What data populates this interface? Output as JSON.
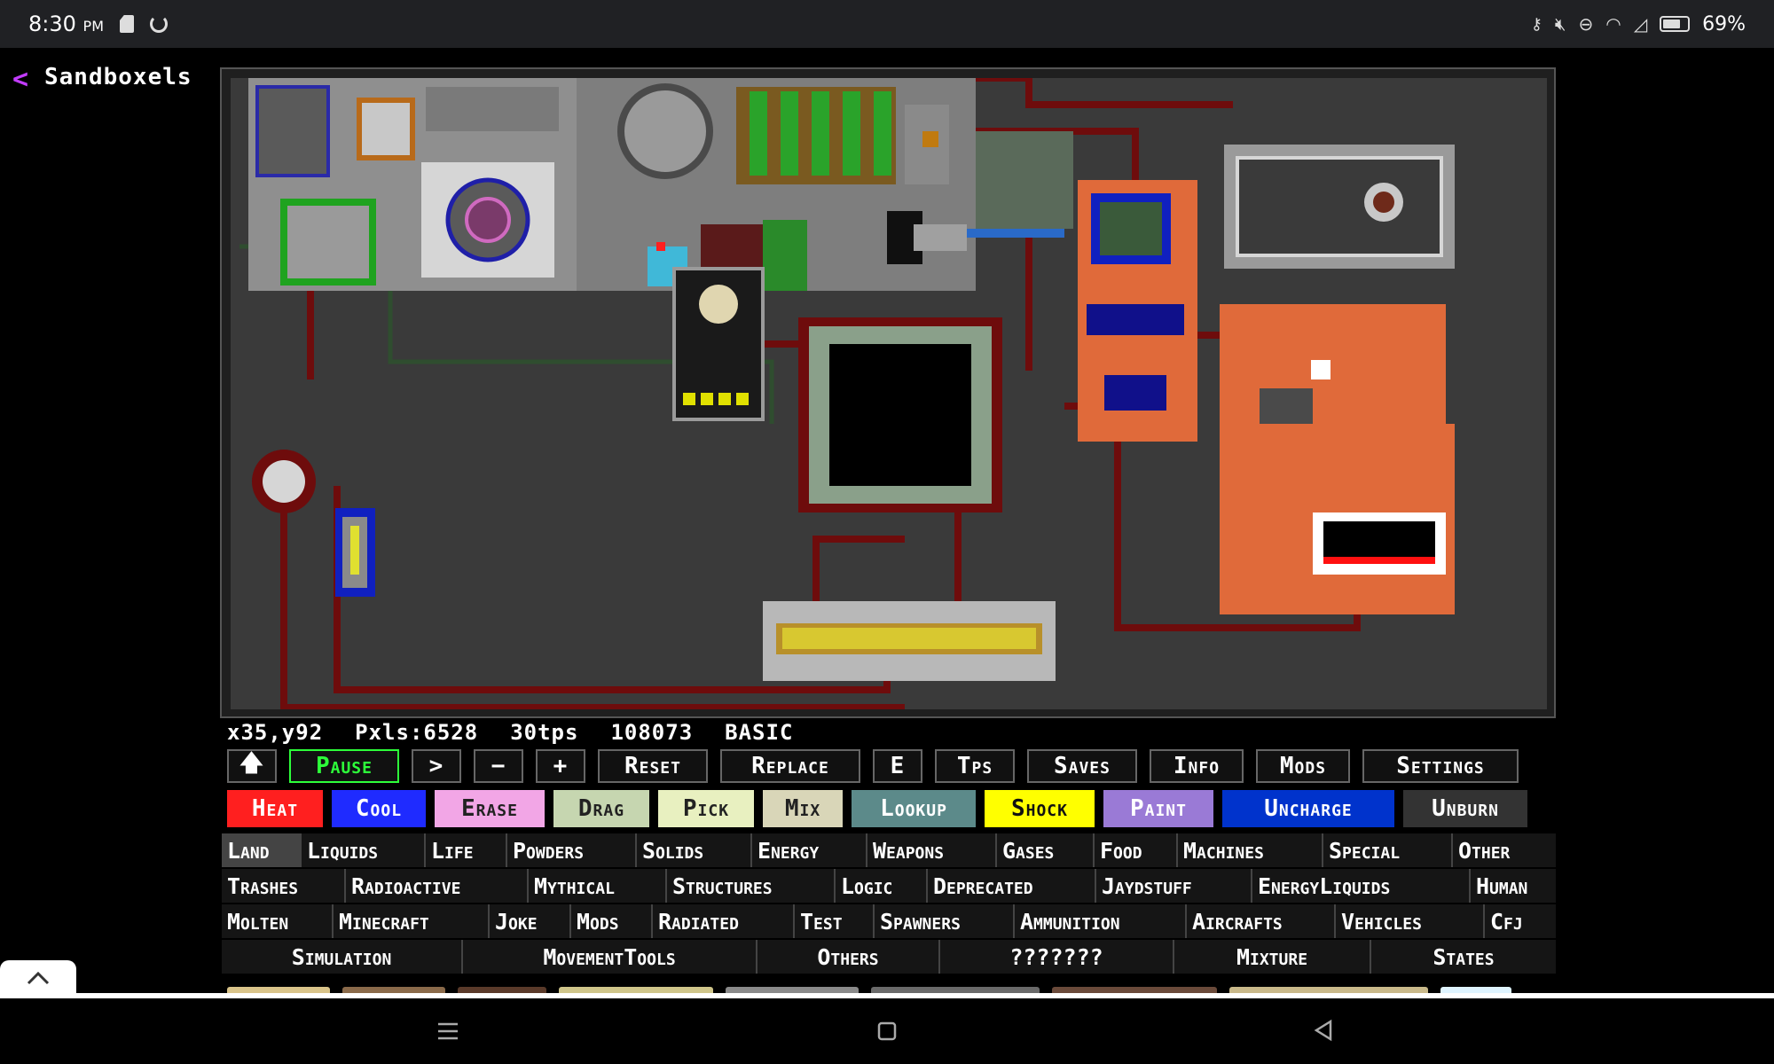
{
  "status_bar": {
    "time": "8:30",
    "ampm": "PM",
    "battery": "69%"
  },
  "header": {
    "back_icon": "chevron-left-icon",
    "title": "Sandboxels"
  },
  "stats": {
    "coords": "x35,y92",
    "pixels": "Pxls:6528",
    "tps": "30tps",
    "ticks": "108073",
    "mode": "BASIC"
  },
  "controls": [
    {
      "id": "up",
      "label": "🡅"
    },
    {
      "id": "pause",
      "label": "Pause"
    },
    {
      "id": "step",
      "label": ">"
    },
    {
      "id": "minus",
      "label": "−"
    },
    {
      "id": "plus",
      "label": "+"
    },
    {
      "id": "reset",
      "label": "Reset"
    },
    {
      "id": "replace",
      "label": "Replace"
    },
    {
      "id": "e",
      "label": "E"
    },
    {
      "id": "tps",
      "label": "Tps"
    },
    {
      "id": "saves",
      "label": "Saves"
    },
    {
      "id": "info",
      "label": "Info"
    },
    {
      "id": "mods",
      "label": "Mods"
    },
    {
      "id": "settings",
      "label": "Settings"
    }
  ],
  "tools": [
    {
      "label": "Heat",
      "bg": "#ff1f1f",
      "fg": "#ffffff"
    },
    {
      "label": "Cool",
      "bg": "#1f2bff",
      "fg": "#ffffff"
    },
    {
      "label": "Erase",
      "bg": "#f2a6e6",
      "fg": "#222222"
    },
    {
      "label": "Drag",
      "bg": "#c6d6b0",
      "fg": "#222222"
    },
    {
      "label": "Pick",
      "bg": "#e8f0c0",
      "fg": "#222222"
    },
    {
      "label": "Mix",
      "bg": "#d9d6b8",
      "fg": "#222222"
    },
    {
      "label": "Lookup",
      "bg": "#5c8a8a",
      "fg": "#ffffff"
    },
    {
      "label": "Shock",
      "bg": "#ffff00",
      "fg": "#111111"
    },
    {
      "label": "Paint",
      "bg": "#9a7ad6",
      "fg": "#ffffff"
    },
    {
      "label": "Uncharge",
      "bg": "#0033cc",
      "fg": "#ffffff"
    },
    {
      "label": "Unburn",
      "bg": "#333333",
      "fg": "#ffffff"
    }
  ],
  "categories_row1": [
    "Land",
    "Liquids",
    "Life",
    "Powders",
    "Solids",
    "Energy",
    "Weapons",
    "Gases",
    "Food",
    "Machines",
    "Special",
    "Other"
  ],
  "categories_row2": [
    "Trashes",
    "Radioactive",
    "Mythical",
    "Structures",
    "Logic",
    "Deprecated",
    "Jaydstuff",
    "EnergyLiquids",
    "Human"
  ],
  "categories_row3": [
    "Molten",
    "Minecraft",
    "Joke",
    "Mods",
    "Radiated",
    "Test",
    "Spawners",
    "Ammunition",
    "Aircrafts",
    "Vehicles",
    "Cfj"
  ],
  "categories_row4": [
    "Simulation",
    "MovementTools",
    "Others",
    "???????",
    "Mixture",
    "States"
  ],
  "swatches": [
    "#d9c48a",
    "#8a6a4a",
    "#5a3a2a",
    "#cfc58a",
    "#8a8a8a",
    "#6a6a6a",
    "#6a4a3a",
    "#c9b98a",
    "#dff4ff"
  ],
  "colors": {
    "pause_accent": "#2dff3a",
    "back_accent": "#c33cff",
    "board_bg": "#3a3a3a",
    "wire": "#6e0c0c"
  },
  "nav_icons": [
    "menu-icon",
    "home-square-icon",
    "back-triangle-icon"
  ]
}
